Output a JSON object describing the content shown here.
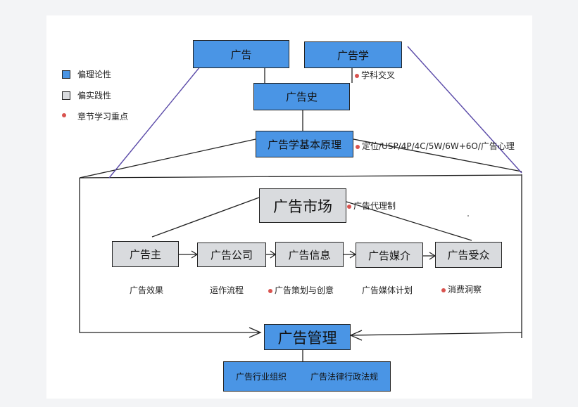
{
  "legend": {
    "theory": "偏理论性",
    "practice": "偏实践性",
    "key_point": "章节学习重点"
  },
  "colors": {
    "theory": "#4a95e5",
    "practice": "#d9dbde",
    "key_point": "#d9534f",
    "purple_line": "#5a4aa8"
  },
  "top": {
    "advertising": "广告",
    "advertising_science": "广告学",
    "interdisciplinary_note": "学科交叉",
    "history": "广告史",
    "principles": "广告学基本原理",
    "principles_note": "定位/USP/4P/4C/5W/6W+6O/广告心理"
  },
  "market": {
    "title": "广告市场",
    "note": "广告代理制",
    "chain": [
      {
        "label": "广告主",
        "note": "广告效果",
        "key": false
      },
      {
        "label": "广告公司",
        "note": "运作流程",
        "key": false
      },
      {
        "label": "广告信息",
        "note": "广告策划与创意",
        "key": true
      },
      {
        "label": "广告媒介",
        "note": "广告媒体计划",
        "key": false
      },
      {
        "label": "广告受众",
        "note": "消费洞察",
        "key": true
      }
    ]
  },
  "management": {
    "title": "广告管理",
    "industry_org": "广告行业组织",
    "law": "广告法律行政法规"
  }
}
